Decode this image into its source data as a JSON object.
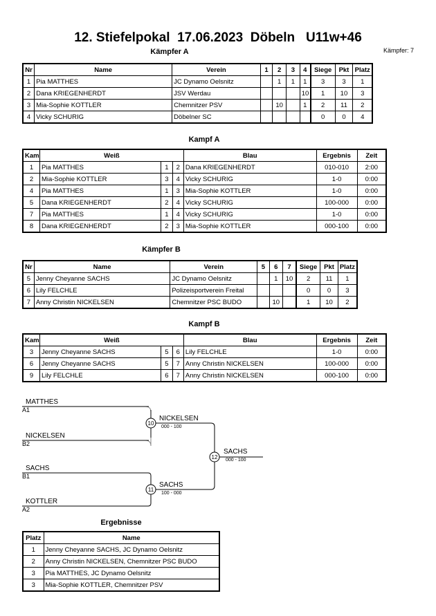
{
  "header": {
    "title": "12. Stiefelpokal  17.06.2023  Döbeln   U11w+46",
    "count": "Kämpfer: 7"
  },
  "pool_a": {
    "heading": "Kämpfer A",
    "cols": [
      "Nr",
      "Name",
      "Verein",
      "1",
      "2",
      "3",
      "4",
      "Siege",
      "Pkt",
      "Platz"
    ],
    "rows": [
      [
        "1",
        "Pia MATTHES",
        "JC Dynamo Oelsnitz",
        "",
        "1",
        "1",
        "1",
        "3",
        "3",
        "1"
      ],
      [
        "2",
        "Dana KRIEGENHERDT",
        "JSV Werdau",
        "",
        "",
        "",
        "10",
        "1",
        "10",
        "3"
      ],
      [
        "3",
        "Mia-Sophie KOTTLER",
        "Chemnitzer PSV",
        "",
        "10",
        "",
        "1",
        "2",
        "11",
        "2"
      ],
      [
        "4",
        "Vicky SCHURIG",
        "Döbelner SC",
        "",
        "",
        "",
        "",
        "0",
        "0",
        "4"
      ]
    ]
  },
  "fights_a": {
    "heading": "Kampf A",
    "cols": [
      "Kampf",
      "Weiß",
      "Blau",
      "Ergebnis",
      "Zeit"
    ],
    "rows": [
      [
        "1",
        "Pia MATTHES",
        "1",
        "2",
        "Dana KRIEGENHERDT",
        "010-010",
        "2:00"
      ],
      [
        "2",
        "Mia-Sophie KOTTLER",
        "3",
        "4",
        "Vicky SCHURIG",
        "1-0",
        "0:00"
      ],
      [
        "4",
        "Pia MATTHES",
        "1",
        "3",
        "Mia-Sophie KOTTLER",
        "1-0",
        "0:00"
      ],
      [
        "5",
        "Dana KRIEGENHERDT",
        "2",
        "4",
        "Vicky SCHURIG",
        "100-000",
        "0:00"
      ],
      [
        "7",
        "Pia MATTHES",
        "1",
        "4",
        "Vicky SCHURIG",
        "1-0",
        "0:00"
      ],
      [
        "8",
        "Dana KRIEGENHERDT",
        "2",
        "3",
        "Mia-Sophie KOTTLER",
        "000-100",
        "0:00"
      ]
    ]
  },
  "pool_b": {
    "heading": "Kämpfer B",
    "cols": [
      "Nr",
      "Name",
      "Verein",
      "5",
      "6",
      "7",
      "Siege",
      "Pkt",
      "Platz"
    ],
    "rows": [
      [
        "5",
        "Jenny Cheyanne SACHS",
        "JC Dynamo Oelsnitz",
        "",
        "1",
        "10",
        "2",
        "11",
        "1"
      ],
      [
        "6",
        "Lily FELCHLE",
        "Polizeisportverein Freital",
        "",
        "",
        "",
        "0",
        "0",
        "3"
      ],
      [
        "7",
        "Anny Christin NICKELSEN",
        "Chemnitzer PSC BUDO",
        "",
        "10",
        "",
        "1",
        "10",
        "2"
      ]
    ]
  },
  "fights_b": {
    "heading": "Kampf B",
    "cols": [
      "Kampf",
      "Weiß",
      "Blau",
      "Ergebnis",
      "Zeit"
    ],
    "rows": [
      [
        "3",
        "Jenny Cheyanne SACHS",
        "5",
        "6",
        "Lily FELCHLE",
        "1-0",
        "0:00"
      ],
      [
        "6",
        "Jenny Cheyanne SACHS",
        "5",
        "7",
        "Anny Christin NICKELSEN",
        "100-000",
        "0:00"
      ],
      [
        "9",
        "Lily FELCHLE",
        "6",
        "7",
        "Anny Christin NICKELSEN",
        "000-100",
        "0:00"
      ]
    ]
  },
  "bracket": {
    "p1": "MATTHES",
    "p1_seed": "A1",
    "p2": "NICKELSEN",
    "p2_seed": "B2",
    "p3": "SACHS",
    "p3_seed": "B1",
    "p4": "KOTTLER",
    "p4_seed": "A2",
    "m10": "10",
    "m10_winner": "NICKELSEN",
    "m10_score": "000 - 100",
    "m11": "11",
    "m11_winner": "SACHS",
    "m11_score": "100 - 000",
    "m12": "12",
    "m12_winner": "SACHS",
    "m12_score": "000 - 100"
  },
  "results": {
    "heading": "Ergebnisse",
    "cols": [
      "Platz",
      "Name"
    ],
    "rows": [
      [
        "1",
        "Jenny Cheyanne SACHS, JC Dynamo Oelsnitz"
      ],
      [
        "2",
        "Anny Christin NICKELSEN, Chemnitzer PSC BUDO"
      ],
      [
        "3",
        "Pia MATTHES, JC Dynamo Oelsnitz"
      ],
      [
        "3",
        "Mia-Sophie KOTTLER, Chemnitzer PSV"
      ]
    ]
  }
}
